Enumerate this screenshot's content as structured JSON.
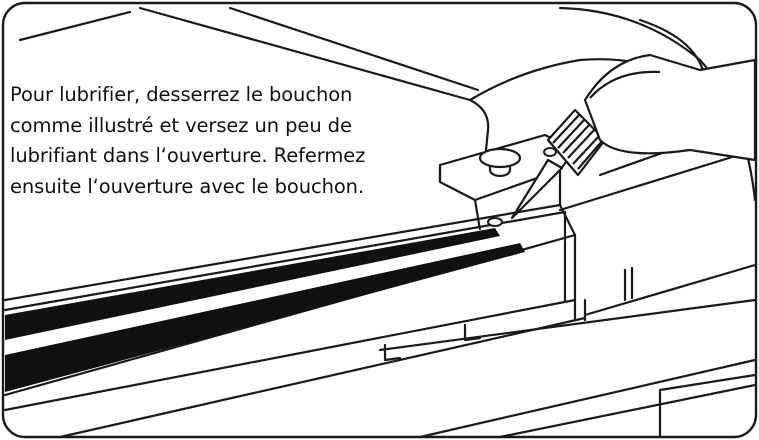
{
  "instruction": {
    "lines": [
      "Pour lubrifier, desserrez le bouchon",
      "comme illustré et versez un peu de",
      "lubrifiant dans l‘ouverture. Refermez",
      "ensuite l‘ouverture avec le bouchon."
    ]
  },
  "colors": {
    "line": "#1a1a1a",
    "rail_groove": "#111111",
    "background": "#ffffff"
  },
  "icons": {
    "bottle": "lubricant-bottle-icon",
    "cap": "screw-cap-icon"
  }
}
